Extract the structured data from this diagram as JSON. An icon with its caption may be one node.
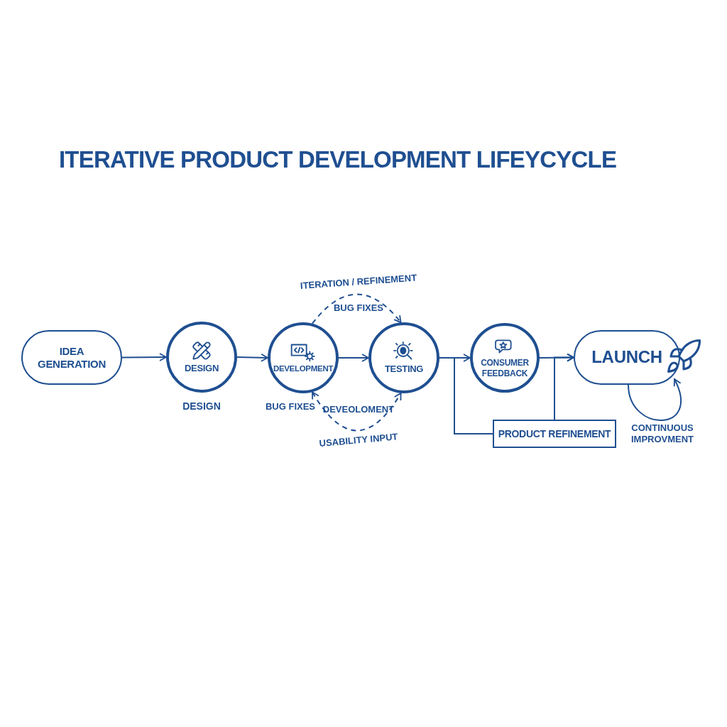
{
  "diagram": {
    "title": "ITERATIVE PRODUCT DEVELOPMENT LIFEYCYCLE",
    "nodes": [
      {
        "text": [
          "IDEA GENERATION"
        ]
      },
      {
        "text": [
          "DESIGN"
        ],
        "beside": [
          "DESIGN"
        ]
      },
      {
        "text": [
          "DEVELOPMENT"
        ]
      },
      {
        "text": [
          "TESTING"
        ]
      },
      {
        "text": [
          "CONSUMER FEEDBACK"
        ]
      },
      {
        "text": [
          "LAUNCH"
        ]
      },
      {
        "text": [
          "PRODUCT REFINEMENT"
        ]
      }
    ],
    "edges": [
      {
        "from": 0,
        "to": 1,
        "arrow": "to"
      },
      {
        "from": 1,
        "to": 2,
        "arrow": "to"
      },
      {
        "from": 2,
        "to": 3,
        "arrow": "to"
      },
      {
        "from": 3,
        "to": 4,
        "arrow": "to"
      },
      {
        "from": 4,
        "to": 5,
        "arrow": "to"
      },
      {
        "from": 2,
        "to": 3,
        "arrow": "to",
        "style": "dashed",
        "label": "ITERATION / REFINEMENT"
      },
      {
        "from": 2,
        "to": 3,
        "arrow": "both",
        "style": "dashed",
        "label": "USABILITY INPUT"
      },
      {
        "from": 3,
        "to": 6,
        "arrow": "none"
      },
      {
        "from": 6,
        "to": 5,
        "arrow": "to"
      },
      {
        "from": 5,
        "to": 5,
        "arrow": "to",
        "label": "CONTINUOUS IMPROVMENT"
      }
    ],
    "labels": [
      "BUG FIXES",
      "BUG FIXES",
      "DEVEOLOMENT"
    ]
  }
}
